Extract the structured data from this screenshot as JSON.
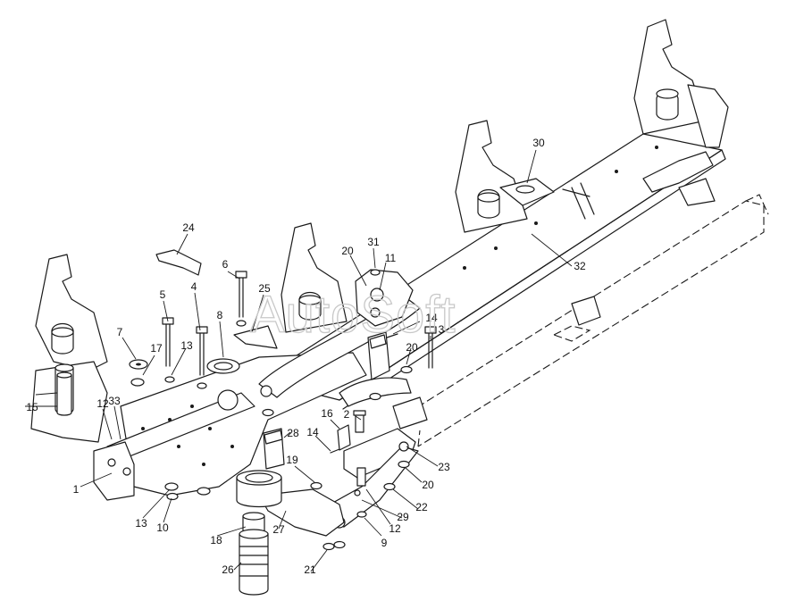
{
  "watermark": "AutoSoft",
  "callouts": [
    {
      "id": "c1",
      "label": "1"
    },
    {
      "id": "c2",
      "label": "2"
    },
    {
      "id": "c3",
      "label": "3"
    },
    {
      "id": "c4",
      "label": "4"
    },
    {
      "id": "c5",
      "label": "5"
    },
    {
      "id": "c6",
      "label": "6"
    },
    {
      "id": "c7",
      "label": "7"
    },
    {
      "id": "c8",
      "label": "8"
    },
    {
      "id": "c9",
      "label": "9"
    },
    {
      "id": "c10",
      "label": "10"
    },
    {
      "id": "c11",
      "label": "11"
    },
    {
      "id": "c12a",
      "label": "12"
    },
    {
      "id": "c12b",
      "label": "12"
    },
    {
      "id": "c13a",
      "label": "13"
    },
    {
      "id": "c13b",
      "label": "13"
    },
    {
      "id": "c14a",
      "label": "14"
    },
    {
      "id": "c14b",
      "label": "14"
    },
    {
      "id": "c15",
      "label": "15"
    },
    {
      "id": "c16",
      "label": "16"
    },
    {
      "id": "c17",
      "label": "17"
    },
    {
      "id": "c18",
      "label": "18"
    },
    {
      "id": "c19",
      "label": "19"
    },
    {
      "id": "c20a",
      "label": "20"
    },
    {
      "id": "c20b",
      "label": "20"
    },
    {
      "id": "c20c",
      "label": "20"
    },
    {
      "id": "c21",
      "label": "21"
    },
    {
      "id": "c22",
      "label": "22"
    },
    {
      "id": "c23",
      "label": "23"
    },
    {
      "id": "c24",
      "label": "24"
    },
    {
      "id": "c25",
      "label": "25"
    },
    {
      "id": "c26",
      "label": "26"
    },
    {
      "id": "c27",
      "label": "27"
    },
    {
      "id": "c28",
      "label": "28"
    },
    {
      "id": "c29",
      "label": "29"
    },
    {
      "id": "c30",
      "label": "30"
    },
    {
      "id": "c31",
      "label": "31"
    },
    {
      "id": "c32",
      "label": "32"
    },
    {
      "id": "c33",
      "label": "33"
    }
  ]
}
